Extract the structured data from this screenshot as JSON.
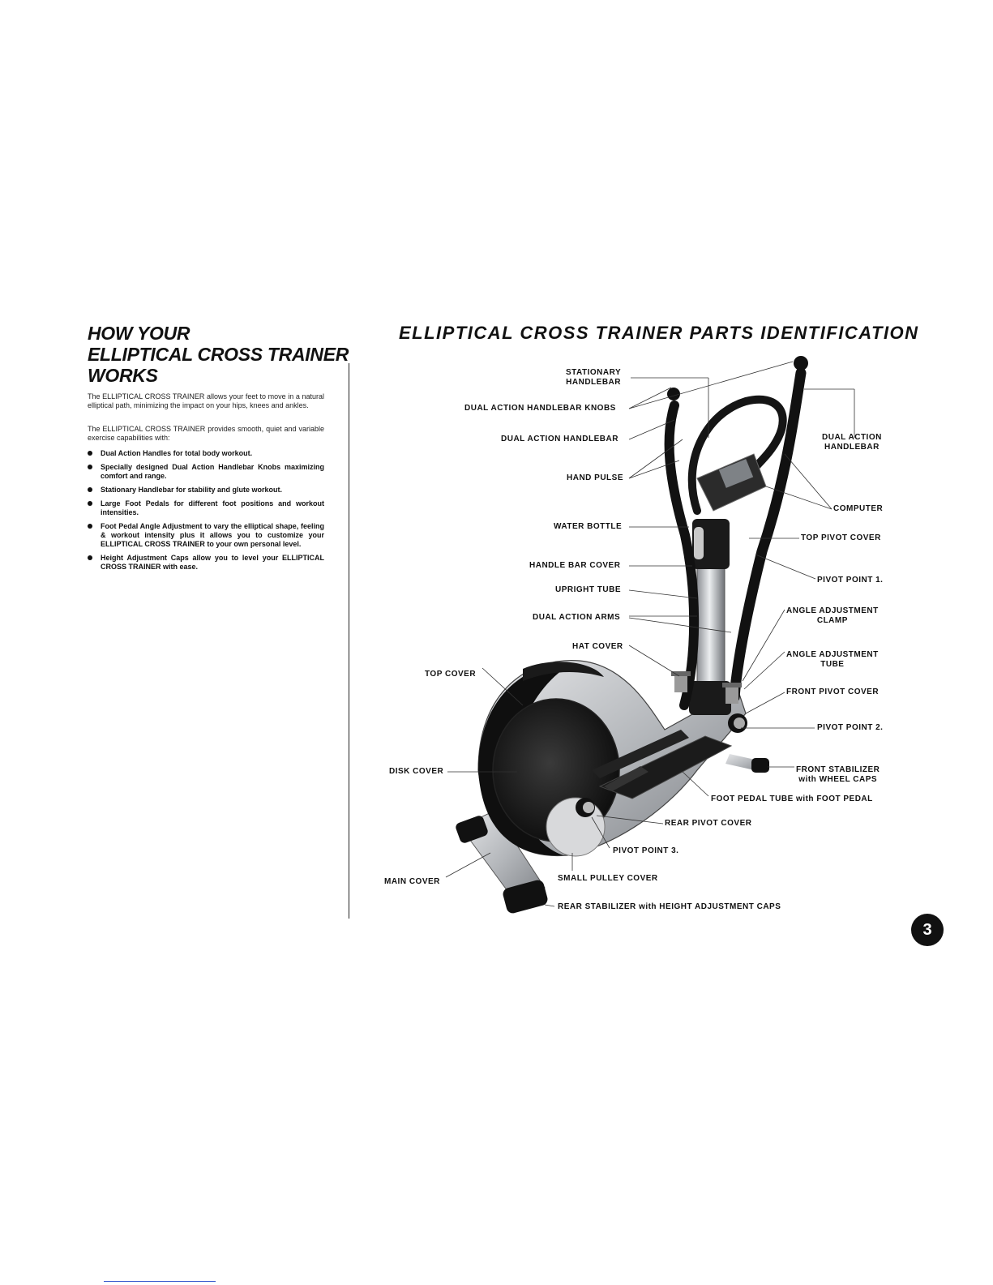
{
  "left": {
    "title_lines": [
      "HOW YOUR",
      "ELLIPTICAL CROSS TRAINER",
      "WORKS"
    ],
    "paragraphs": [
      "The ELLIPTICAL CROSS TRAINER allows your feet to move in a natural elliptical path, minimizing the impact on your hips, knees and ankles.",
      "The ELLIPTICAL CROSS TRAINER provides smooth, quiet and variable exercise capabilities with:"
    ],
    "bullets": [
      "Dual Action Handles for total body workout.",
      "Specially designed Dual Action Handlebar Knobs maximizing comfort and range.",
      "Stationary Handlebar for stability and glute workout.",
      "Large Foot Pedals for different foot positions and workout intensities.",
      "Foot Pedal Angle Adjustment to vary the elliptical shape, feeling & workout intensity plus it allows you to customize your ELLIPTICAL CROSS TRAINER to your own personal level.",
      "Height Adjustment Caps allow you to level your ELLIPTICAL CROSS TRAINER with ease."
    ]
  },
  "diagram": {
    "title": "ELLIPTICAL CROSS TRAINER PARTS IDENTIFICATION",
    "labels": {
      "stationary_handlebar": [
        "STATIONARY",
        "HANDLEBAR"
      ],
      "dual_action_handlebar_knobs": "DUAL ACTION HANDLEBAR KNOBS",
      "dual_action_handlebar_left": "DUAL ACTION HANDLEBAR",
      "hand_pulse": "HAND PULSE",
      "water_bottle": "WATER BOTTLE",
      "handle_bar_cover": "HANDLE BAR COVER",
      "upright_tube": "UPRIGHT TUBE",
      "dual_action_arms": "DUAL ACTION ARMS",
      "hat_cover": "HAT COVER",
      "top_cover": "TOP COVER",
      "disk_cover": "DISK COVER",
      "main_cover": "MAIN COVER",
      "dual_action_handlebar_right": [
        "DUAL ACTION",
        "HANDLEBAR"
      ],
      "computer": "COMPUTER",
      "top_pivot_cover": "TOP PIVOT COVER",
      "pivot_point_1": "PIVOT POINT 1.",
      "angle_adjustment_clamp": [
        "ANGLE ADJUSTMENT",
        "CLAMP"
      ],
      "angle_adjustment_tube": [
        "ANGLE ADJUSTMENT",
        "TUBE"
      ],
      "front_pivot_cover": "FRONT PIVOT COVER",
      "pivot_point_2": "PIVOT POINT 2.",
      "front_stabilizer": [
        "FRONT STABILIZER",
        "with WHEEL CAPS"
      ],
      "foot_pedal_tube": "FOOT PEDAL TUBE with FOOT PEDAL",
      "rear_pivot_cover": "REAR PIVOT COVER",
      "pivot_point_3": "PIVOT POINT 3.",
      "small_pulley_cover": "SMALL PULLEY COVER",
      "rear_stabilizer": "REAR STABILIZER with HEIGHT ADJUSTMENT CAPS"
    }
  },
  "page_number": "3",
  "colors": {
    "ink": "#111111",
    "frame_silver": "#b9bcc0",
    "frame_dark": "#1a1a1a"
  }
}
